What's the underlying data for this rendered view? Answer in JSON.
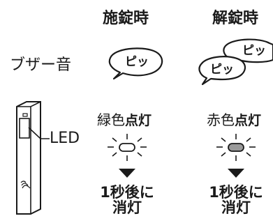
{
  "header": {
    "lock_label": "施錠時",
    "unlock_label": "解錠時"
  },
  "buzzer": {
    "label": "ブザー音",
    "lock_sound": "ピッ",
    "unlock_sound_1": "ピッ",
    "unlock_sound_2": "ピッ"
  },
  "led": {
    "label": "LED",
    "lock_state_color": "緑色",
    "lock_state_action": "点灯",
    "unlock_state_color": "赤色",
    "unlock_state_action": "点灯",
    "lock_lamp_color": "#ffffff",
    "unlock_lamp_color": "#9a9a9a"
  },
  "result": {
    "lock_line1": "1秒後に",
    "lock_line2": "消灯",
    "unlock_line1": "1秒後に",
    "unlock_line2": "消灯"
  }
}
